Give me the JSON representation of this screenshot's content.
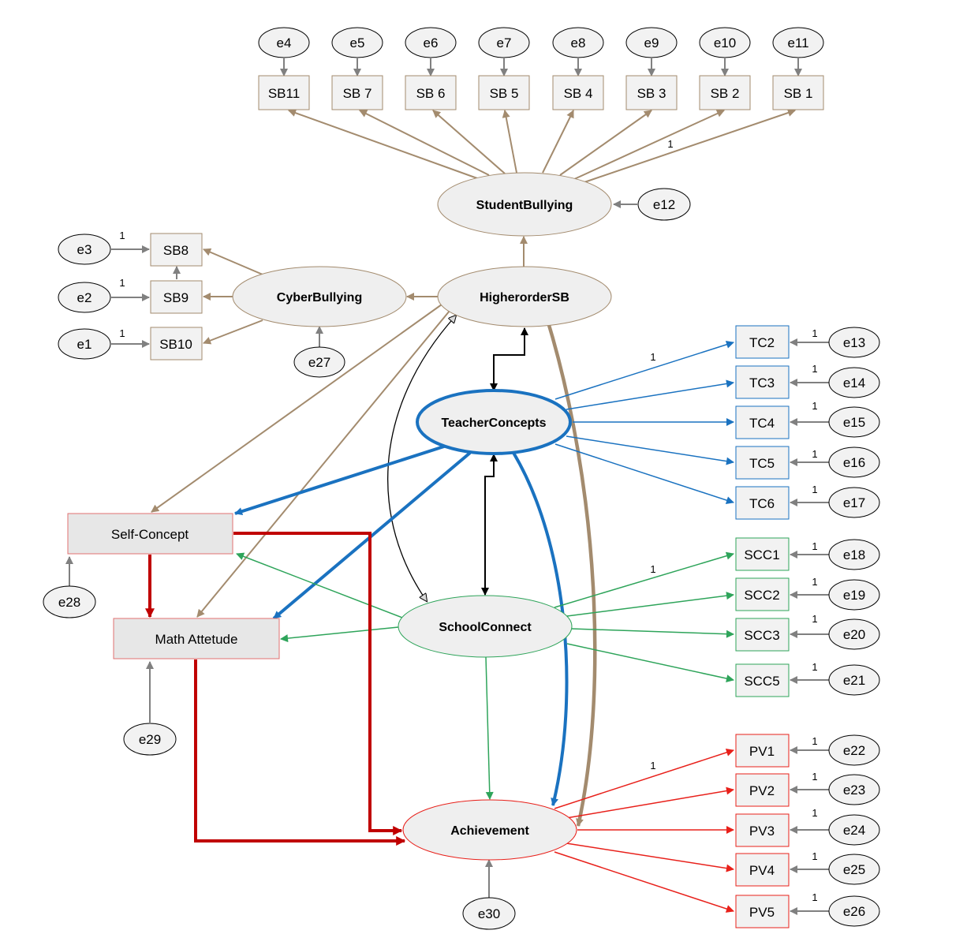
{
  "colors": {
    "brown": "#a38b6e",
    "gray": "#808080",
    "blue": "#1a72c0",
    "green": "#2ea45a",
    "red": "#e8201a",
    "darkred": "#c00000",
    "black": "#000000",
    "boxfill": "#f2f2f2",
    "ellfill": "#efefef"
  },
  "latent": {
    "student_bullying": "StudentBullying",
    "cyber_bullying": "CyberBullying",
    "higher_order_sb": "HigherorderSB",
    "teacher_concepts": "TeacherConcepts",
    "school_connect": "SchoolConnect",
    "achievement": "Achievement"
  },
  "observed": {
    "sb_top": [
      "SB11",
      "SB 7",
      "SB 6",
      "SB 5",
      "SB 4",
      "SB 3",
      "SB 2",
      "SB 1"
    ],
    "sb_cyber": [
      "SB8",
      "SB9",
      "SB10"
    ],
    "tc": [
      "TC2",
      "TC3",
      "TC4",
      "TC5",
      "TC6"
    ],
    "scc": [
      "SCC1",
      "SCC2",
      "SCC3",
      "SCC5"
    ],
    "pv": [
      "PV1",
      "PV2",
      "PV3",
      "PV4",
      "PV5"
    ],
    "self_concept": "Self-Concept",
    "math_attitude": "Math Attetude"
  },
  "errors": {
    "sb_top": [
      "e4",
      "e5",
      "e6",
      "e7",
      "e8",
      "e9",
      "e10",
      "e11"
    ],
    "sb_cyber": [
      "e3",
      "e2",
      "e1"
    ],
    "tc": [
      "e13",
      "e14",
      "e15",
      "e16",
      "e17"
    ],
    "scc": [
      "e18",
      "e19",
      "e20",
      "e21"
    ],
    "pv": [
      "e22",
      "e23",
      "e24",
      "e25",
      "e26"
    ],
    "student_bullying": "e12",
    "cyber_bullying": "e27",
    "self_concept": "e28",
    "math_attitude": "e29",
    "achievement": "e30"
  },
  "fixed_loading": "1"
}
